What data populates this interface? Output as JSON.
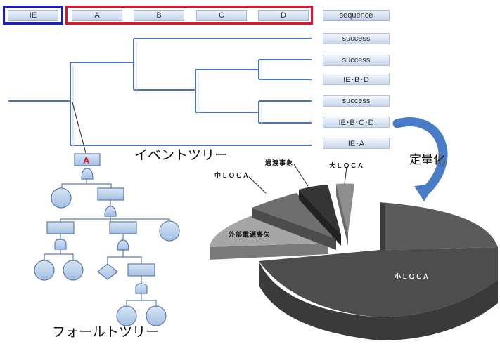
{
  "event_tree": {
    "headers": [
      "IE",
      "A",
      "B",
      "C",
      "D"
    ],
    "sequence_header": "sequence",
    "outcomes": [
      "success",
      "success",
      "IE･B･D",
      "success",
      "IE･B･C･D",
      "IE･A"
    ],
    "title": "イベントツリー",
    "colors": {
      "ie_box": "#1c1ccc",
      "abcd_box": "#e0152d",
      "tree_line": "#4a72bd"
    }
  },
  "fault_tree": {
    "title": "フォールトツリー",
    "top_event_marker": "A"
  },
  "quantification": {
    "label": "定量化",
    "arrow_color": "#4a7bc6"
  },
  "pie": {
    "slice_labels": [
      "小ＬＯＣＡ",
      "外部電源喪失",
      "中ＬＯＣＡ",
      "過渡事象",
      "大ＬＯＣＡ"
    ]
  },
  "chart_data": {
    "type": "pie",
    "categories": [
      "小ＬＯＣＡ",
      "外部電源喪失",
      "中ＬＯＣＡ",
      "過渡事象",
      "大ＬＯＣＡ"
    ],
    "values": [
      73,
      10,
      8,
      5,
      4
    ],
    "exploded": true,
    "style": "3d"
  }
}
